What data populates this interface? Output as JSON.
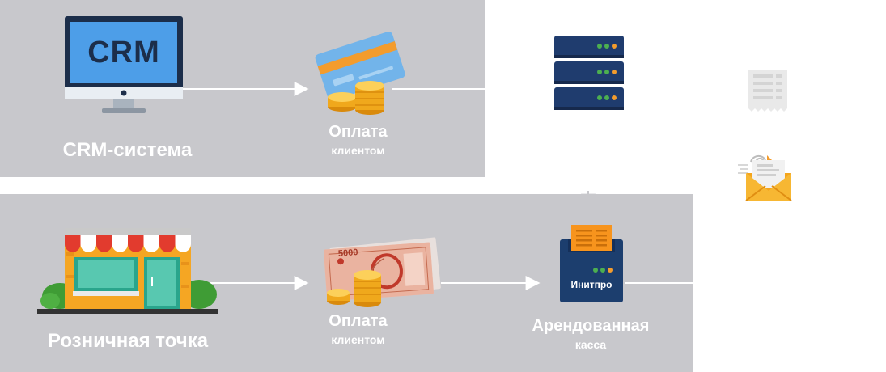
{
  "top_row": {
    "crm_screen_text": "CRM",
    "crm_label": "CRM-система",
    "payment_label": "Оплата",
    "payment_sublabel": "клиентом"
  },
  "bottom_row": {
    "retail_label": "Розничная точка",
    "banknote_value": "5000",
    "payment_label": "Оплата",
    "payment_sublabel": "клиентом",
    "register_brand": "Инитпро",
    "register_label": "Арендованная",
    "register_sublabel": "касса"
  },
  "colors": {
    "panel": "#c8c8cc",
    "server": "#1f3c6e",
    "register": "#1c3e6e",
    "receipt": "#f7941d",
    "coin": "#f4b41a"
  }
}
